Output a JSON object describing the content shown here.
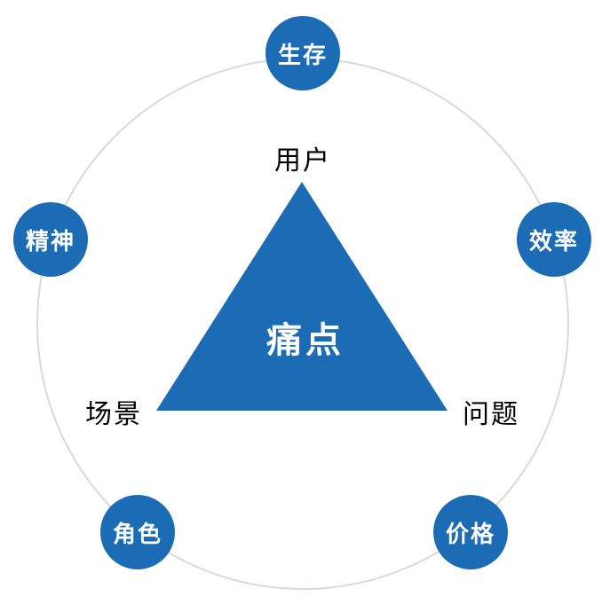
{
  "diagram": {
    "center_label": "痛点",
    "triangle_vertex_labels": [
      {
        "position": "top",
        "label": "用户"
      },
      {
        "position": "bottom-left",
        "label": "场景"
      },
      {
        "position": "bottom-right",
        "label": "问题"
      }
    ],
    "outer_nodes": [
      {
        "position": "top",
        "label": "生存"
      },
      {
        "position": "left",
        "label": "精神"
      },
      {
        "position": "right",
        "label": "效率"
      },
      {
        "position": "bottom-left",
        "label": "角色"
      },
      {
        "position": "bottom-right",
        "label": "价格"
      }
    ],
    "colors": {
      "primary": "#1b6cb5",
      "ring": "#d9d9d9",
      "node_text": "#ffffff",
      "label_text": "#000000",
      "background": "#ffffff"
    }
  }
}
